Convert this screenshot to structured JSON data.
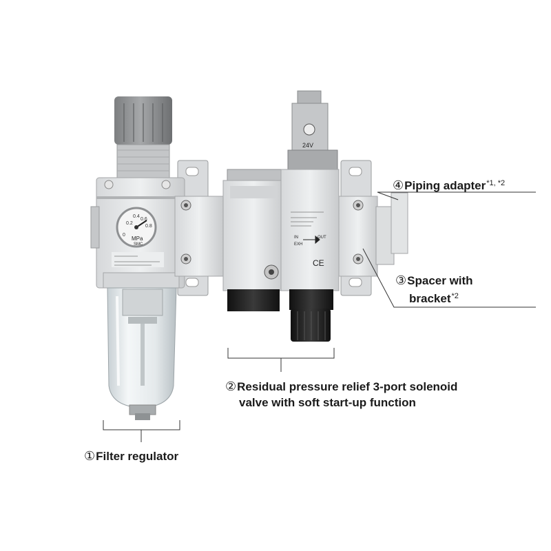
{
  "labels": {
    "piping_adapter": {
      "num": "④",
      "text": "Piping adapter",
      "note": "*1, *2"
    },
    "spacer_bracket": {
      "num": "③",
      "text1": "Spacer with",
      "text2": "bracket",
      "note": "*2"
    },
    "solenoid_valve": {
      "num": "②",
      "text1": "Residual pressure relief 3-port solenoid",
      "text2": "valve with soft start-up function"
    },
    "filter_regulator": {
      "num": "①",
      "text": "Filter regulator"
    }
  },
  "product_markings": {
    "gauge_unit": "MPa",
    "gauge_scale": [
      "0.2",
      "0.4",
      "0.6",
      "0.8",
      "0"
    ],
    "gauge_brand": "SMC",
    "coil_voltage": "24V",
    "port_in": "IN",
    "port_out": "OUT",
    "port_exh": "EXH",
    "ce_mark": "CE"
  }
}
